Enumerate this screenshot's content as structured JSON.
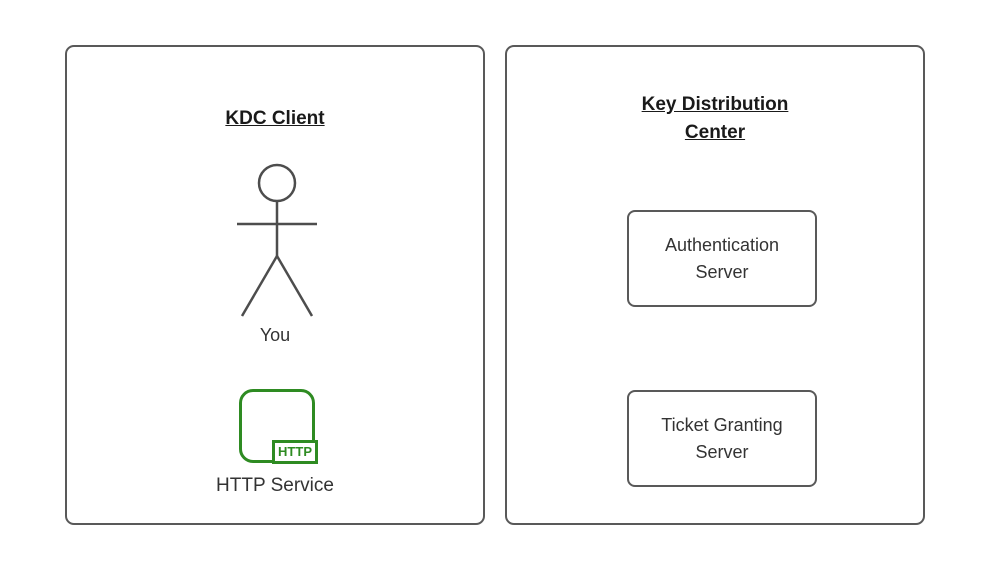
{
  "colors": {
    "panel_border": "#595959",
    "text": "#333333",
    "accent_green": "#2e8b22",
    "background": "#ffffff"
  },
  "client_panel": {
    "title": "KDC Client",
    "actor_label": "You",
    "service_label": "HTTP Service",
    "service_icon_text": "HTTP"
  },
  "kdc_panel": {
    "title": "Key Distribution Center",
    "nodes": [
      {
        "label": "Authentication Server"
      },
      {
        "label": "Ticket Granting Server"
      }
    ]
  }
}
